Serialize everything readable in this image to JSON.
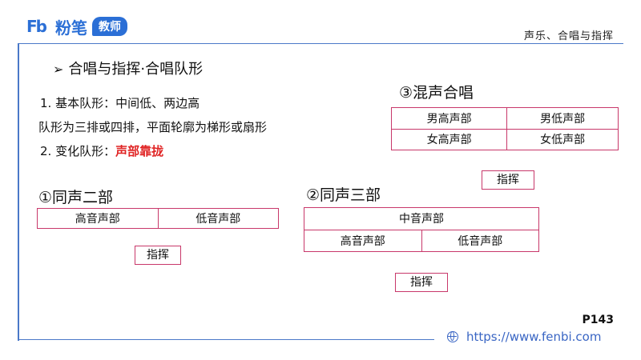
{
  "header": {
    "logo_mark": "Fb",
    "logo_text": "粉笔",
    "logo_tag": "教师",
    "topic": "声乐、合唱与指挥"
  },
  "content": {
    "heading": "合唱与指挥·合唱队形",
    "line1": "1. 基本队形：中间低、两边高",
    "line2": "队形为三排或四排，平面轮廓为梯形或扇形",
    "line3_prefix": "2. 变化队形：",
    "line3_highlight": "声部靠拢"
  },
  "section1": {
    "title": "①同声二部",
    "cells": [
      "高音声部",
      "低音声部"
    ],
    "conductor": "指挥"
  },
  "section2": {
    "title": "②同声三部",
    "top_cell": "中音声部",
    "cells": [
      "高音声部",
      "低音声部"
    ],
    "conductor": "指挥"
  },
  "section3": {
    "title": "③混声合唱",
    "rows": [
      [
        "男高声部",
        "男低声部"
      ],
      [
        "女高声部",
        "女低声部"
      ]
    ],
    "conductor": "指挥"
  },
  "footer": {
    "page": "P143",
    "url": "https://www.fenbi.com",
    "icon": "globe-icon"
  },
  "colors": {
    "brand": "#2b6fd6",
    "table_border": "#c8386a",
    "highlight": "#e02424"
  }
}
